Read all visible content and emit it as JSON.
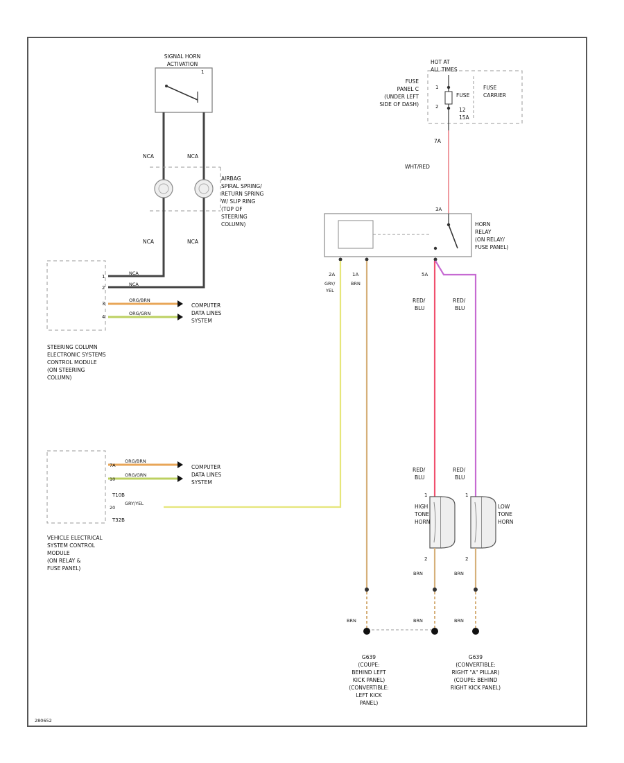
{
  "colors": {
    "border": "#555555",
    "dashed": "#8a8a8a",
    "wire_black": "#444444",
    "wire_pink": "#ef9aa0",
    "wire_red": "#f0506e",
    "wire_violet": "#c66ad2",
    "wire_yellow": "#e6e67a",
    "wire_brown": "#d6b07a",
    "wire_orange_brown": "#e8a658",
    "wire_orange_green": "#bcd060"
  },
  "horn_switch": {
    "label": "SIGNAL HORN",
    "label2": "ACTIVATION",
    "pin": "1"
  },
  "clockspring": {
    "wire_left_top": "NCA",
    "wire_right_top": "NCA",
    "wire_left_bottom": "NCA",
    "wire_right_bottom": "NCA",
    "label": [
      "AIRBAG",
      "SPIRAL SPRING/",
      "RETURN SPRING",
      "W/ SLIP RING",
      "(TOP OF",
      "STEERING",
      "COLUMN)"
    ]
  },
  "steering_module": {
    "pins": [
      "1",
      "2",
      "3",
      "4"
    ],
    "wires": [
      "NCA",
      "NCA",
      "ORG/BRN",
      "ORG/GRN"
    ],
    "data_label": [
      "COMPUTER",
      "DATA LINES",
      "SYSTEM"
    ],
    "label": [
      "STEERING COLUMN",
      "ELECTRONIC SYSTEMS",
      "CONTROL MODULE",
      "(ON STEERING",
      "COLUMN)"
    ]
  },
  "fuse": {
    "hot": "HOT AT",
    "hot2": "ALL TIMES",
    "panel_label": [
      "FUSE",
      "PANEL C",
      "(UNDER LEFT",
      "SIDE OF DASH)"
    ],
    "carrier_label": [
      "FUSE",
      "CARRIER"
    ],
    "carrier_inner": "FUSE",
    "num": "12",
    "amp": "15A",
    "pin_top": "1",
    "pin_bottom": "2"
  },
  "relay": {
    "feed_pin": "7A",
    "feed_wire": "WHT/RED",
    "top_pin": "3A",
    "label": [
      "HORN",
      "RELAY",
      "(ON RELAY/",
      "FUSE PANEL)"
    ],
    "pin_left1": "2A",
    "wire_left1": [
      "GRY/",
      "YEL"
    ],
    "pin_left2": "1A",
    "wire_left2": "BRN",
    "pin_out": "5A",
    "wire_red": [
      "RED/",
      "BLU"
    ],
    "wire_violet": [
      "RED/",
      "BLU"
    ]
  },
  "vesm": {
    "wires": [
      "ORG/BRN",
      "ORG/GRN",
      "GRY/YEL"
    ],
    "pins": [
      "7A",
      "10",
      "20"
    ],
    "conn1": "T10B",
    "conn2": "T32B",
    "data_label": [
      "COMPUTER",
      "DATA LINES",
      "SYSTEM"
    ],
    "label": [
      "VEHICLE ELECTRICAL",
      "SYSTEM CONTROL",
      "MODULE",
      "(ON RELAY &",
      "FUSE PANEL)"
    ]
  },
  "horns": {
    "high_wire": [
      "RED/",
      "BLU"
    ],
    "low_wire": [
      "RED/",
      "BLU"
    ],
    "high_label": [
      "HIGH",
      "TONE",
      "HORN"
    ],
    "low_label": [
      "LOW",
      "TONE",
      "HORN"
    ],
    "pin_in": "1",
    "pin_out": "2",
    "gnd_wire": "BRN"
  },
  "grounds": {
    "g1_wire": "BRN",
    "g1_label": [
      "G639",
      "(COUPE:",
      "BEHIND LEFT",
      "KICK PANEL)",
      "(CONVERTIBLE:",
      "LEFT KICK",
      "PANEL)"
    ],
    "g2_label": [
      "G639",
      "(CONVERTIBLE:",
      "RIGHT \"A\" PILLAR)",
      "(COUPE: BEHIND",
      "RIGHT KICK PANEL)"
    ],
    "brn": "BRN"
  },
  "footer": {
    "code": "280652"
  }
}
